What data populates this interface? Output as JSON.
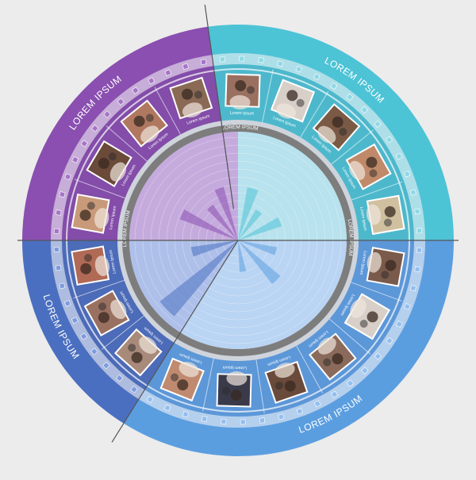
{
  "colors": {
    "background": "#ececec",
    "purple": "#8a4fb0",
    "purple_dark": "#7a3fa3",
    "purple_light": "#a774c8",
    "teal": "#4dc3d6",
    "teal_dark": "#3fb3c9",
    "teal_light": "#8fd9e6",
    "blue": "#4b6fc0",
    "blue_dark": "#3e5fb3",
    "blue_light": "#7e9be0",
    "sky": "#5b9ee0",
    "sky_dark": "#4f8fd6",
    "sky_light": "#93bff0",
    "center_gray": "#7d7d7d",
    "center_fill": "#e9edf5",
    "white": "#ffffff",
    "divider": "#555555"
  },
  "quadrants": [
    {
      "key": "purple",
      "title": "LOREM IPSUM",
      "inner_label": "LOREM IPSUM",
      "photos": [
        {
          "label": "Lorem Ipsum",
          "icon": "photo-people-icon",
          "tone": "#c99a7a"
        },
        {
          "label": "Lorem Ipsum",
          "icon": "photo-people-icon",
          "tone": "#6b4a3a"
        },
        {
          "label": "Lorem Ipsum",
          "icon": "photo-people-icon",
          "tone": "#b07860"
        },
        {
          "label": "Lorem Ipsum",
          "icon": "photo-people-icon",
          "tone": "#8a6a55"
        }
      ]
    },
    {
      "key": "teal",
      "title": "LOREM IPSUM",
      "inner_label": "LOREM IPSUM",
      "photos": [
        {
          "label": "Lorem Ipsum",
          "icon": "photo-people-icon",
          "tone": "#9a7060"
        },
        {
          "label": "Lorem Ipsum",
          "icon": "photo-people-icon",
          "tone": "#d8cfc8"
        },
        {
          "label": "Lorem Ipsum",
          "icon": "photo-people-icon",
          "tone": "#7a5a45"
        },
        {
          "label": "Lorem Ipsum",
          "icon": "photo-people-icon",
          "tone": "#c08a6a"
        },
        {
          "label": "Lorem Ipsum",
          "icon": "photo-people-icon",
          "tone": "#d0c0a0"
        }
      ]
    },
    {
      "key": "blue",
      "title": "LOREM IPSUM",
      "inner_label": "",
      "photos": [
        {
          "label": "Lorem Ipsum",
          "icon": "photo-people-icon",
          "tone": "#a88a7a"
        },
        {
          "label": "Lorem Ipsum",
          "icon": "photo-people-icon",
          "tone": "#9a7060"
        },
        {
          "label": "Lorem Ipsum",
          "icon": "photo-people-icon",
          "tone": "#b06a55"
        }
      ]
    },
    {
      "key": "sky",
      "title": "LOREM IPSUM",
      "inner_label": "LOREM IPSUM",
      "photos": [
        {
          "label": "Lorem Ipsum",
          "icon": "photo-people-icon",
          "tone": "#7a5a4a"
        },
        {
          "label": "Lorem Ipsum",
          "icon": "photo-people-icon",
          "tone": "#d8d0c8"
        },
        {
          "label": "Lorem Ipsum",
          "icon": "photo-people-icon",
          "tone": "#8a6a5a"
        },
        {
          "label": "Lorem Ipsum",
          "icon": "photo-people-icon",
          "tone": "#6a4a3a"
        },
        {
          "label": "Lorem Ipsum",
          "icon": "photo-people-icon",
          "tone": "#3a3a4a"
        },
        {
          "label": "Lorem Ipsum",
          "icon": "photo-people-icon",
          "tone": "#c08a70"
        }
      ]
    }
  ]
}
